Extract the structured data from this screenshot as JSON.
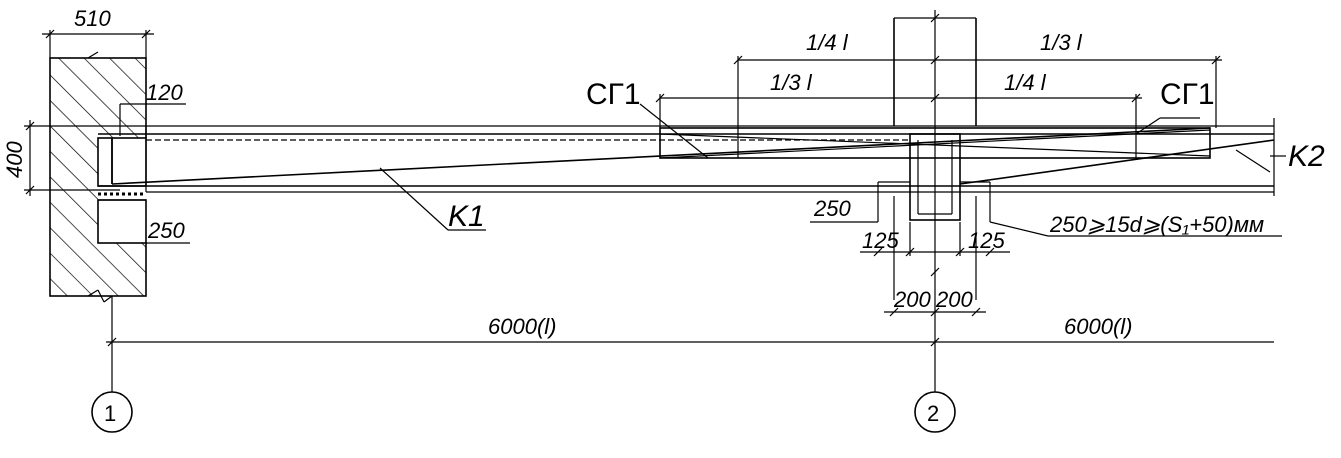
{
  "drawing": {
    "dims": {
      "wall_width": "510",
      "bearing_depth": "120",
      "beam_height": "400",
      "pad_height": "250",
      "quarter_left": "1/4 l",
      "third_right": "1/3 l",
      "third_left": "1/3 l",
      "quarter_right": "1/4 l",
      "support_250": "250",
      "support_125_left": "125",
      "support_125_right": "125",
      "formula": "250⩾15d⩾(S₁+50)мм",
      "col_200_left": "200",
      "col_200_right": "200",
      "span_left": "6000(l)",
      "span_right": "6000(l)"
    },
    "labels": {
      "sg1_left": "СГ1",
      "sg1_right": "СГ1",
      "k1": "K1",
      "k2": "K2"
    },
    "axes": {
      "axis_1": "1",
      "axis_2": "2"
    }
  }
}
